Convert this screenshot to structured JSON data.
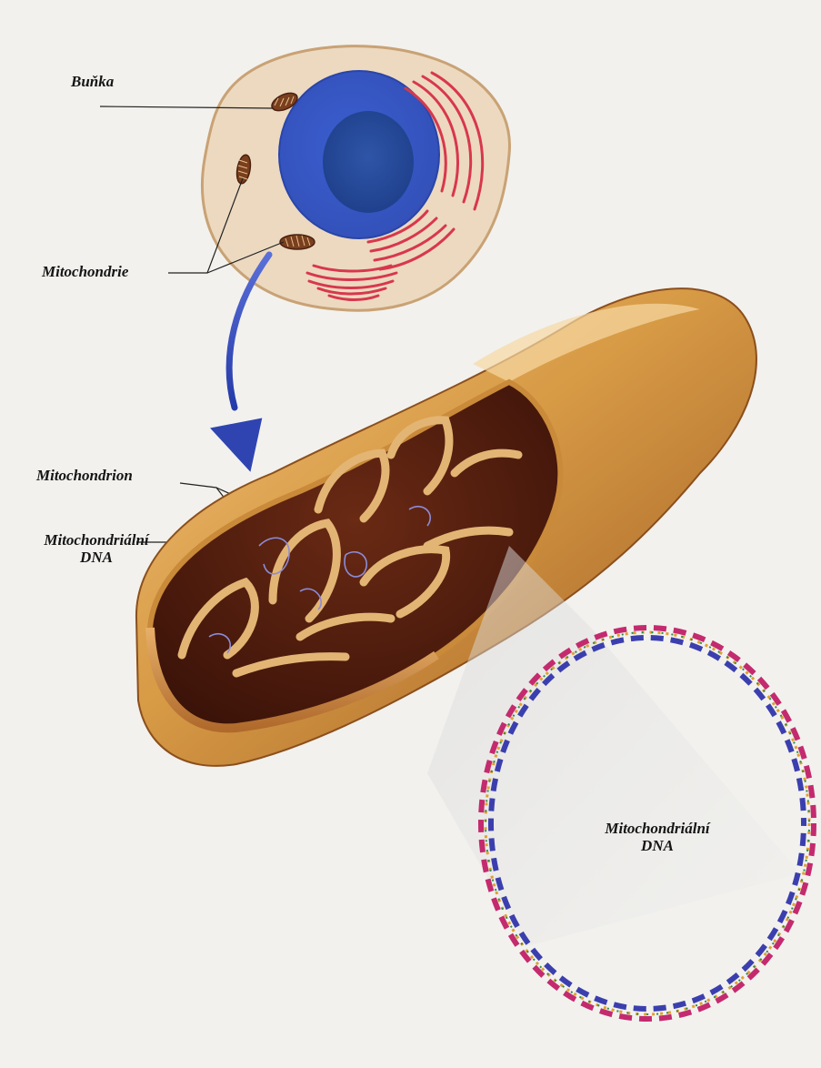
{
  "labels": {
    "cell": "Buňka",
    "mitochondria": "Mitochondrie",
    "mitochondrion": "Mitochondrion",
    "mtdna_left_line1": "Mitochondriální",
    "mtdna_left_line2": "DNA",
    "mtdna_ring_line1": "Mitochondriální",
    "mtdna_ring_line2": "DNA"
  },
  "colors": {
    "background": "#f2f1ee",
    "cell_fill": "#ecd9c0",
    "nucleus": "#3a5cc4",
    "nucleolus": "#274a9c",
    "reticulum": "#d8374c",
    "mitochondrion_outer": "#c98a3a",
    "mitochondrion_inner": "#5a2410",
    "arrow": "#2f44b0",
    "dna_strand_a": "#c42a6e",
    "dna_strand_b": "#3b3fae"
  }
}
